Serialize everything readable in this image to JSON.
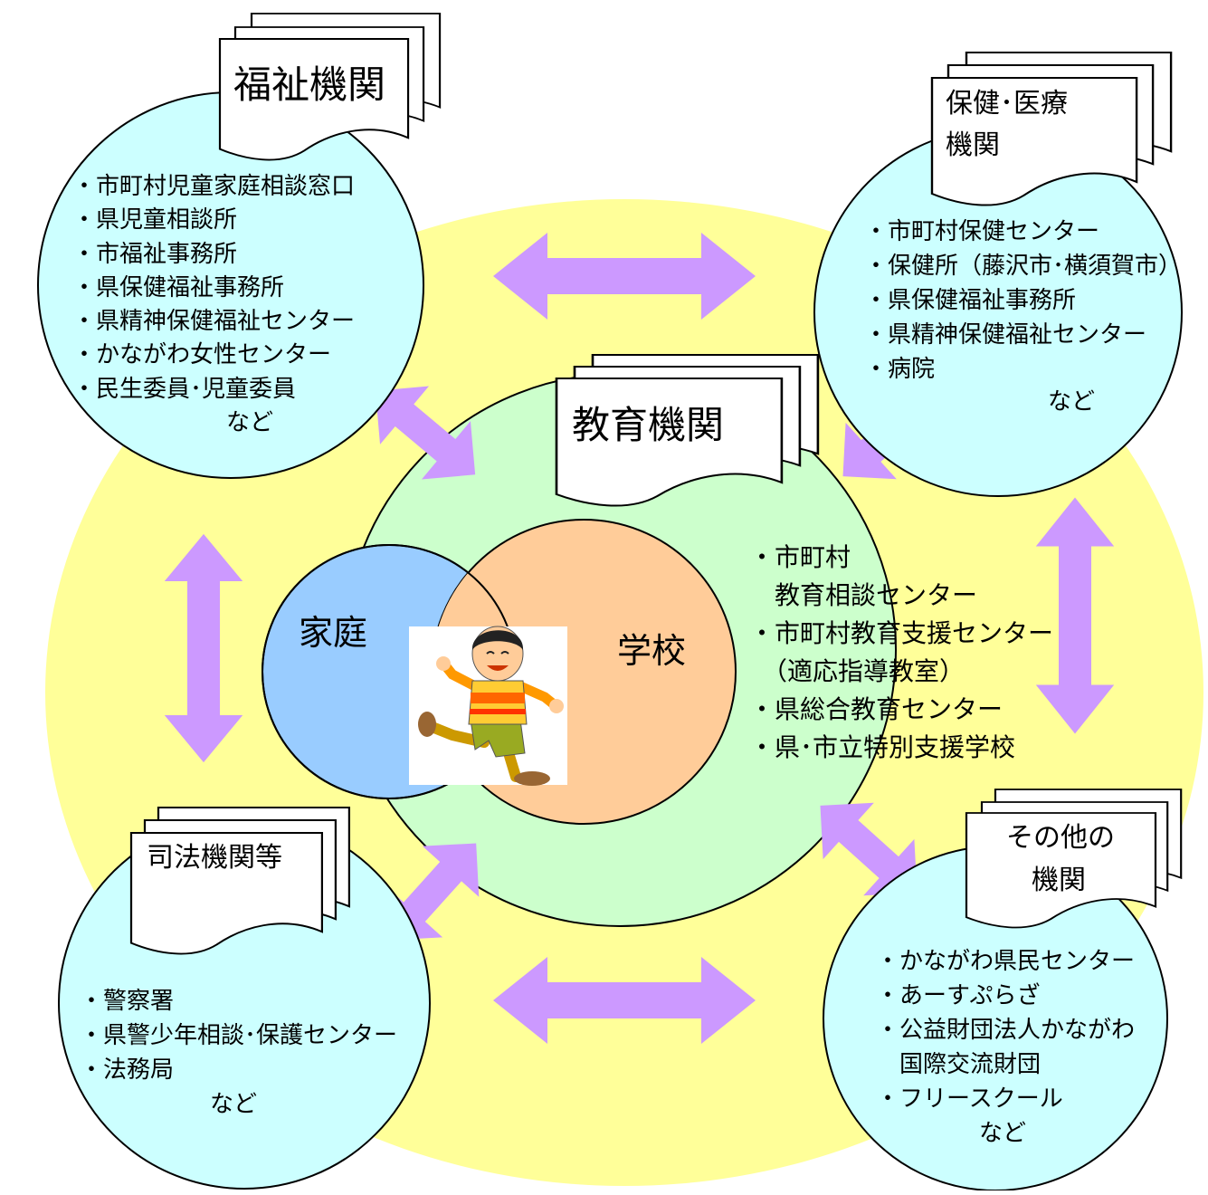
{
  "colors": {
    "outer_ring": "#ffff99",
    "education_circle": "#ccffcc",
    "agency_circle": "#ccffff",
    "family_circle": "#99ccff",
    "school_circle": "#ffcc99",
    "arrow": "#cc99ff",
    "outline": "#000000",
    "document": "#ffffff"
  },
  "welfare": {
    "title": "福祉機関",
    "items": [
      "・市町村児童家庭相談窓口",
      "・県児童相談所",
      "・市福祉事務所",
      "・県保健福祉事務所",
      "・県精神保健福祉センター",
      "・かながわ女性センター",
      "・民生委員･児童委員"
    ],
    "etc": "など"
  },
  "health": {
    "title_line1": "保健･医療",
    "title_line2": "機関",
    "items": [
      "・市町村保健センター",
      "・保健所（藤沢市･横須賀市）",
      "・県保健福祉事務所",
      "・県精神保健福祉センター",
      "・病院"
    ],
    "etc": "など"
  },
  "education": {
    "title": "教育機関",
    "items": [
      "・市町村",
      "　教育相談センター",
      "・市町村教育支援センター",
      "　（適応指導教室）",
      "・県総合教育センター",
      "・県･市立特別支援学校"
    ]
  },
  "center": {
    "family": "家庭",
    "school": "学校",
    "child_image": "child-illustration"
  },
  "judicial": {
    "title": "司法機関等",
    "items": [
      "・警察署",
      "・県警少年相談･保護センター",
      "・法務局"
    ],
    "etc": "など"
  },
  "other": {
    "title_line1": "その他の",
    "title_line2": "機関",
    "items": [
      "・かながわ県民センター",
      "・あーすぷらざ",
      "・公益財団法人かながわ",
      "　国際交流財団",
      "・フリースクール"
    ],
    "etc": "など"
  }
}
